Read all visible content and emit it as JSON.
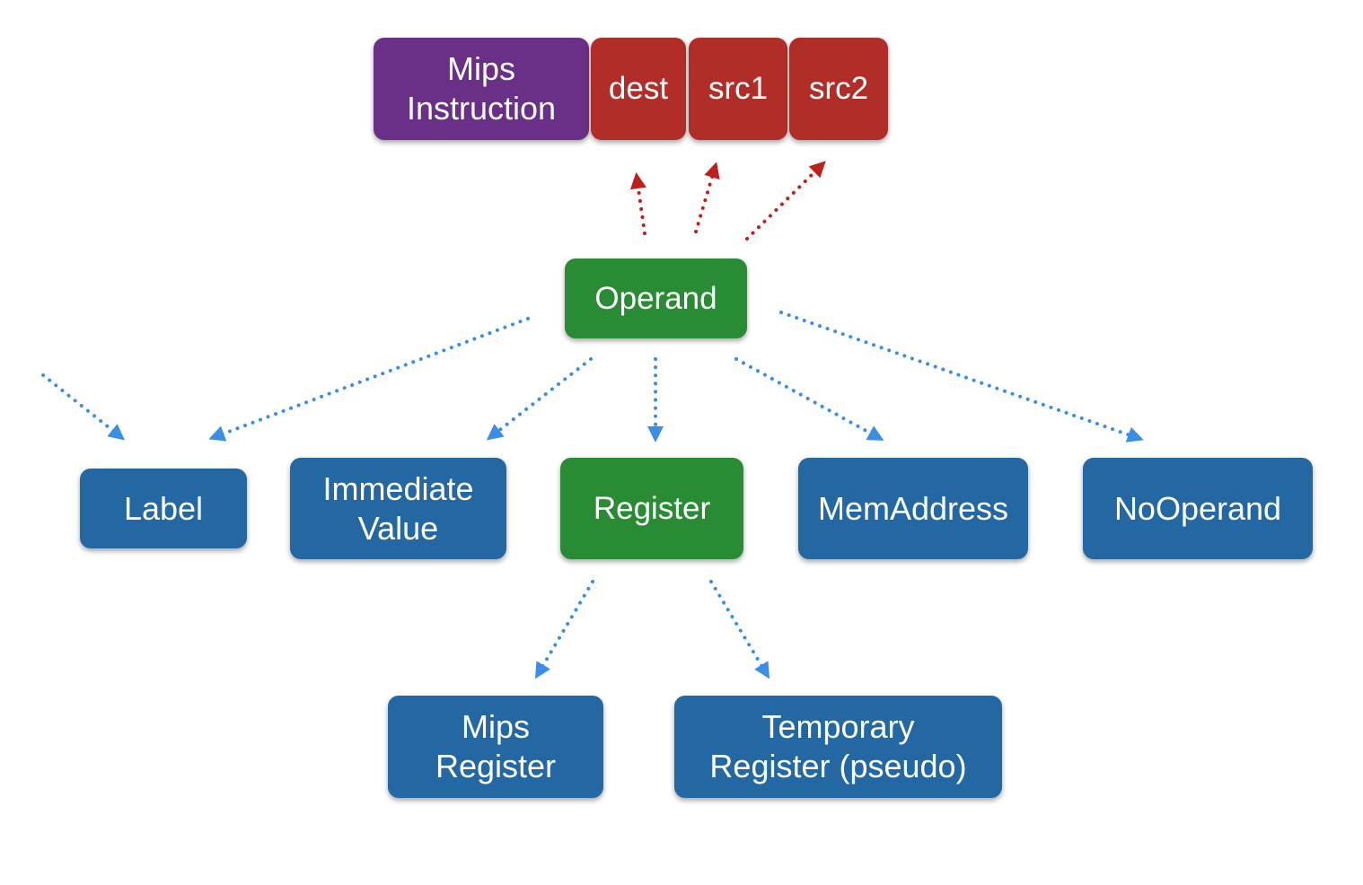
{
  "colors": {
    "purple": "#6a2f86",
    "red": "#b02e27",
    "green": "#2a8b35",
    "blue": "#2468a3",
    "blue_arrow": "#3b8ee6",
    "red_arrow": "#c0201b"
  },
  "nodes": {
    "mips_instruction": "Mips\nInstruction",
    "dest": "dest",
    "src1": "src1",
    "src2": "src2",
    "operand": "Operand",
    "label": "Label",
    "immediate_value": "Immediate\nValue",
    "register": "Register",
    "mem_address": "MemAddress",
    "no_operand": "NoOperand",
    "mips_register": "Mips\nRegister",
    "temporary_register": "Temporary\nRegister (pseudo)"
  },
  "edges": [
    {
      "from": "operand",
      "to": "dest",
      "style": "red-dotted"
    },
    {
      "from": "operand",
      "to": "src1",
      "style": "red-dotted"
    },
    {
      "from": "operand",
      "to": "src2",
      "style": "red-dotted"
    },
    {
      "from": "operand",
      "to": "label",
      "style": "blue-dotted"
    },
    {
      "from": "operand",
      "to": "immediate_value",
      "style": "blue-dotted"
    },
    {
      "from": "operand",
      "to": "register",
      "style": "blue-dotted"
    },
    {
      "from": "operand",
      "to": "mem_address",
      "style": "blue-dotted"
    },
    {
      "from": "operand",
      "to": "no_operand",
      "style": "blue-dotted"
    },
    {
      "from": "register",
      "to": "mips_register",
      "style": "blue-dotted"
    },
    {
      "from": "register",
      "to": "temporary_register",
      "style": "blue-dotted"
    },
    {
      "from": "",
      "to": "label",
      "style": "blue-dotted"
    }
  ]
}
